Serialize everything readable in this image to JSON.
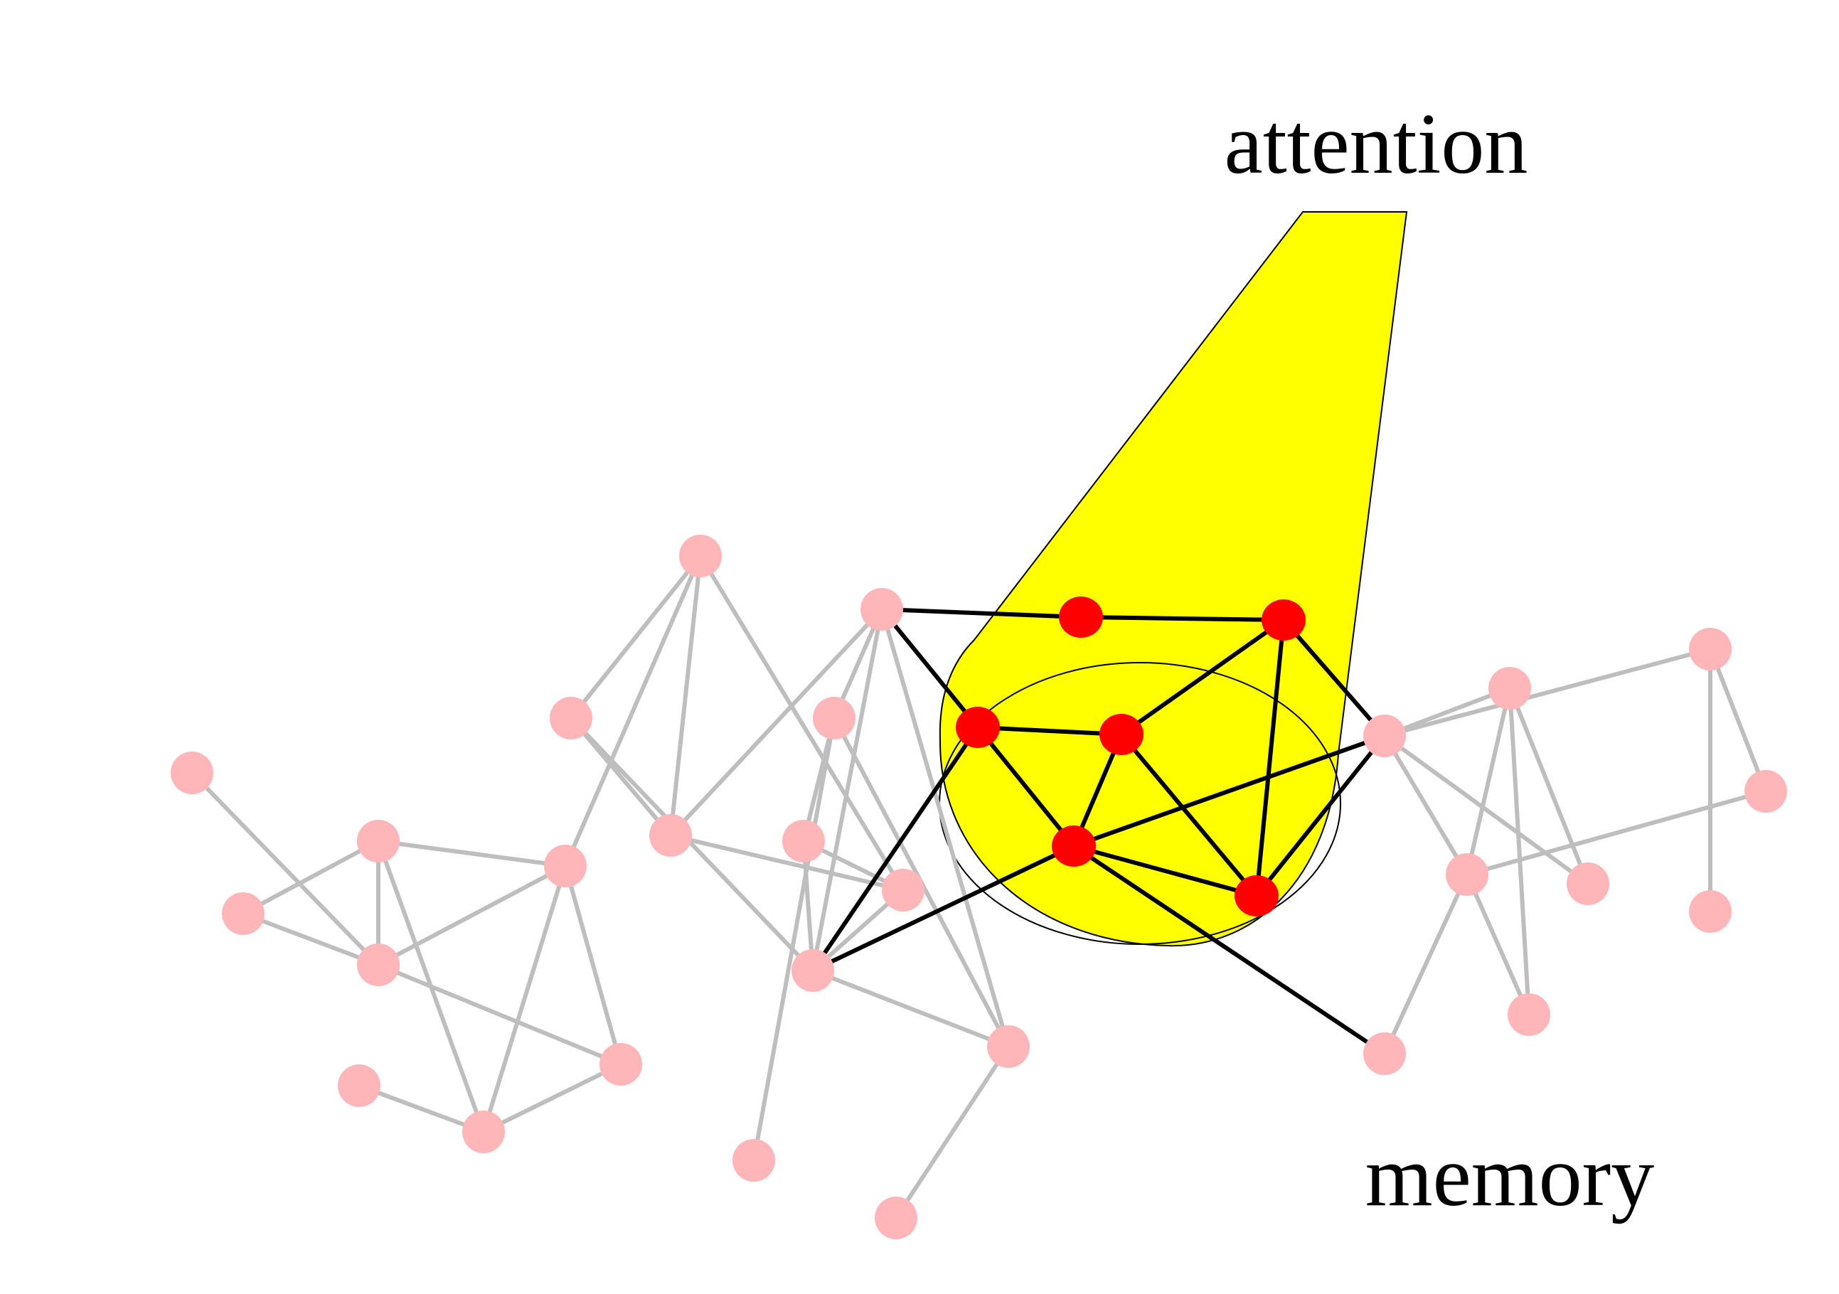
{
  "labels": {
    "attention": "attention",
    "memory": "memory"
  },
  "colors": {
    "background": "#ffffff",
    "spotlight": "#ffff00",
    "active_node": "#ff0000",
    "inactive_node": "#ffb6b9",
    "active_edge": "#000000",
    "inactive_edge": "#bebebe"
  },
  "graph": {
    "nodes": [
      {
        "id": "n1",
        "active": false
      },
      {
        "id": "n2",
        "active": false
      },
      {
        "id": "n3",
        "active": false
      },
      {
        "id": "n4",
        "active": false
      },
      {
        "id": "n5",
        "active": false
      },
      {
        "id": "n6",
        "active": false
      },
      {
        "id": "n7",
        "active": false
      },
      {
        "id": "n8",
        "active": false
      },
      {
        "id": "n9",
        "active": false
      },
      {
        "id": "n10",
        "active": false
      },
      {
        "id": "n11",
        "active": false
      },
      {
        "id": "n12",
        "active": false
      },
      {
        "id": "n13",
        "active": false
      },
      {
        "id": "n14",
        "active": false
      },
      {
        "id": "n15",
        "active": false
      },
      {
        "id": "n16",
        "active": false
      },
      {
        "id": "n17",
        "active": false
      },
      {
        "id": "n18",
        "active": false
      },
      {
        "id": "n19",
        "active": false
      },
      {
        "id": "n20",
        "active": false
      },
      {
        "id": "n21",
        "active": false
      },
      {
        "id": "n22",
        "active": false
      },
      {
        "id": "n23",
        "active": false
      },
      {
        "id": "n24",
        "active": false
      },
      {
        "id": "n25",
        "active": false
      },
      {
        "id": "n26",
        "active": false
      },
      {
        "id": "n27",
        "active": false
      },
      {
        "id": "n28",
        "active": false
      },
      {
        "id": "r1",
        "active": true
      },
      {
        "id": "r2",
        "active": true
      },
      {
        "id": "r3",
        "active": true
      },
      {
        "id": "r4",
        "active": true
      },
      {
        "id": "r5",
        "active": true
      },
      {
        "id": "r6",
        "active": true
      }
    ],
    "edges": [
      [
        "n1",
        "n6"
      ],
      [
        "n6",
        "n7"
      ],
      [
        "n6",
        "n2"
      ],
      [
        "n6",
        "n3"
      ],
      [
        "n6",
        "n9"
      ],
      [
        "n2",
        "n3"
      ],
      [
        "n3",
        "n7"
      ],
      [
        "n3",
        "n5"
      ],
      [
        "n7",
        "n5"
      ],
      [
        "n7",
        "n9"
      ],
      [
        "n4",
        "n5"
      ],
      [
        "n5",
        "n9"
      ],
      [
        "n8",
        "n7"
      ],
      [
        "n8",
        "n10"
      ],
      [
        "n8",
        "n11"
      ],
      [
        "n8",
        "n15"
      ],
      [
        "n15",
        "n11"
      ],
      [
        "n15",
        "n16"
      ],
      [
        "n15",
        "n14"
      ],
      [
        "n12",
        "n11"
      ],
      [
        "n12",
        "n16"
      ],
      [
        "n12",
        "n13"
      ],
      [
        "n12",
        "n17"
      ],
      [
        "n10",
        "n11"
      ],
      [
        "n10",
        "n16"
      ],
      [
        "n13",
        "n18"
      ],
      [
        "n13",
        "n17"
      ],
      [
        "n13",
        "n14"
      ],
      [
        "n14",
        "n16"
      ],
      [
        "n16",
        "n17"
      ],
      [
        "n17",
        "n19"
      ],
      [
        "n21",
        "n22"
      ],
      [
        "n21",
        "n23"
      ],
      [
        "n21",
        "n20"
      ],
      [
        "n21",
        "n27"
      ],
      [
        "n21",
        "n26"
      ],
      [
        "n22",
        "n23"
      ],
      [
        "n22",
        "n25"
      ],
      [
        "n22",
        "n24"
      ],
      [
        "n23",
        "n25"
      ],
      [
        "n23",
        "n26"
      ],
      [
        "n24",
        "n27"
      ],
      [
        "n24",
        "n28"
      ],
      [
        "r1",
        "r2"
      ],
      [
        "r2",
        "r4"
      ],
      [
        "r2",
        "r6"
      ],
      [
        "r3",
        "r4"
      ],
      [
        "r3",
        "r5"
      ],
      [
        "r4",
        "r5"
      ],
      [
        "r4",
        "r6"
      ],
      [
        "r5",
        "r6"
      ],
      [
        "r5",
        "n22"
      ],
      [
        "r6",
        "n22"
      ],
      [
        "n12",
        "r1"
      ],
      [
        "n12",
        "r3"
      ],
      [
        "n16",
        "r3"
      ],
      [
        "n16",
        "r5"
      ],
      [
        "r2",
        "n22"
      ],
      [
        "r5",
        "n20"
      ]
    ]
  }
}
